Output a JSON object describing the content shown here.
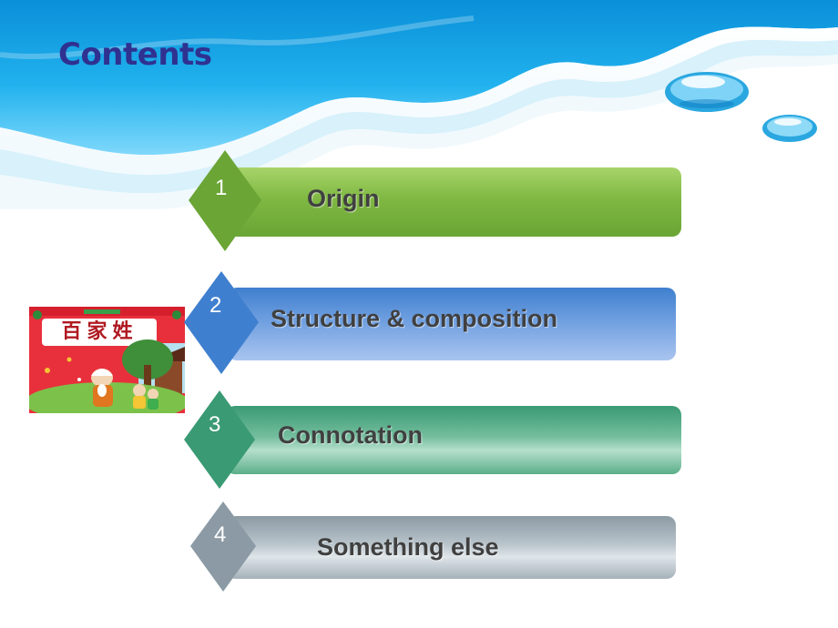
{
  "slide": {
    "title": "Contents"
  },
  "items": [
    {
      "number": "1",
      "label": "Origin"
    },
    {
      "number": "2",
      "label": "Structure & composition"
    },
    {
      "number": "3",
      "label": "Connotation"
    },
    {
      "number": "4",
      "label": "Something else"
    }
  ],
  "book": {
    "title": "百家姓"
  },
  "colors": {
    "title": "#2f3190",
    "green": "#7fb842",
    "blue": "#3f7fcf",
    "teal": "#3a9a73",
    "gray": "#8b9aa4"
  }
}
